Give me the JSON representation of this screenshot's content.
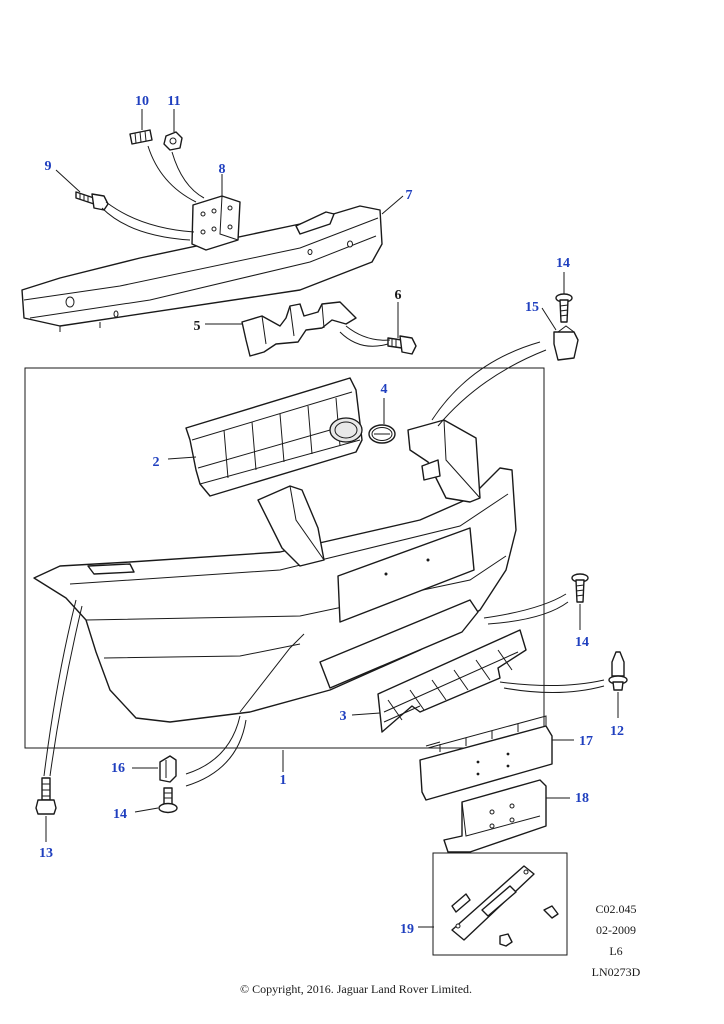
{
  "callouts": {
    "c1": "1",
    "c2": "2",
    "c3": "3",
    "c4": "4",
    "c5": "5",
    "c6": "6",
    "c7": "7",
    "c8": "8",
    "c9": "9",
    "c10": "10",
    "c11": "11",
    "c12": "12",
    "c13": "13",
    "c14a": "14",
    "c14b": "14",
    "c14c": "14",
    "c15": "15",
    "c16": "16",
    "c17": "17",
    "c18": "18",
    "c19": "19"
  },
  "colors": {
    "blue_callout": "#1f3fbf",
    "black_callout": "#1a1a1a",
    "line": "#1a1a1a"
  },
  "reference": {
    "code": "C02.045",
    "date": "02-2009",
    "level": "L6",
    "drawing_id": "LN0273D"
  },
  "copyright": "© Copyright, 2016. Jaguar Land Rover Limited."
}
